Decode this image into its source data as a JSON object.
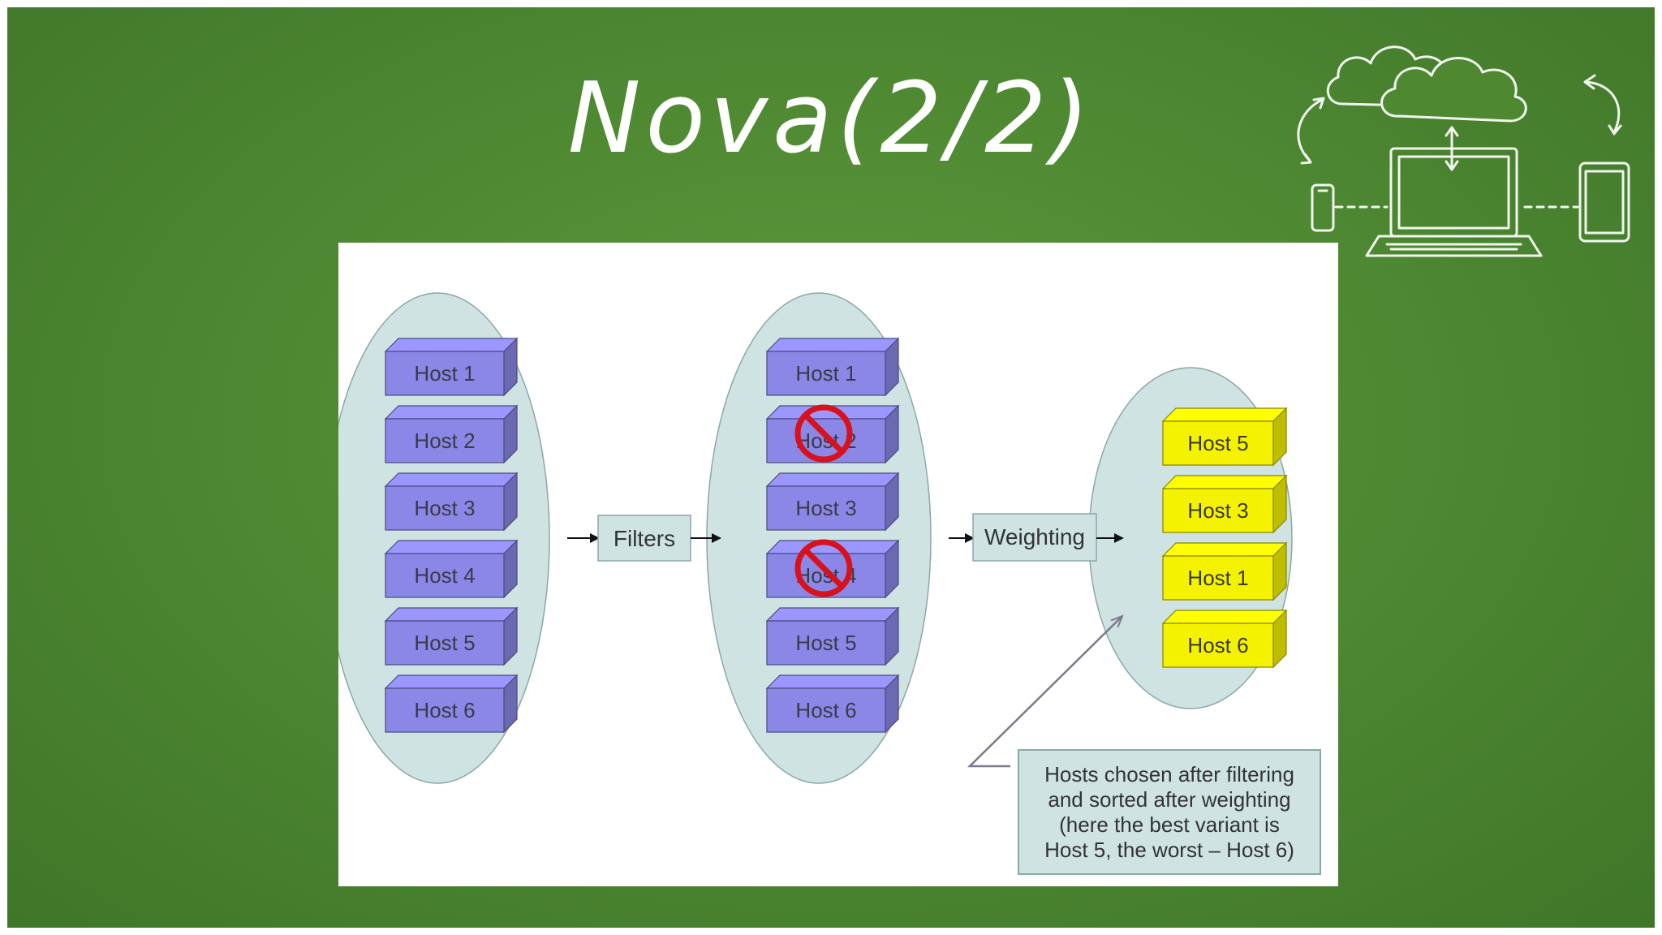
{
  "slide": {
    "title": "Nova(2/2)"
  },
  "diagram": {
    "initial_hosts": [
      "Host 1",
      "Host 2",
      "Host 3",
      "Host 4",
      "Host 5",
      "Host 6"
    ],
    "filter_step_label": "Filters",
    "filtered_hosts": [
      {
        "label": "Host 1",
        "excluded": false
      },
      {
        "label": "Host 2",
        "excluded": true
      },
      {
        "label": "Host 3",
        "excluded": false
      },
      {
        "label": "Host 4",
        "excluded": true
      },
      {
        "label": "Host 5",
        "excluded": false
      },
      {
        "label": "Host 6",
        "excluded": false
      }
    ],
    "weighting_step_label": "Weighting",
    "weighted_hosts": [
      "Host 5",
      "Host 3",
      "Host 1",
      "Host 6"
    ],
    "note_lines": [
      "Hosts chosen after filtering",
      "and sorted after weighting",
      "(here the best variant is",
      "Host 5, the worst – Host 6)"
    ]
  },
  "colors": {
    "board": "#4f8a33",
    "ellipse_fill": "#cfe3e3",
    "host_purple": "#8b87e6",
    "host_yellow": "#f5f200",
    "no_sign_red": "#d8121d"
  },
  "icons": [
    "cloud-icon",
    "laptop-icon",
    "phone-icon",
    "tablet-icon",
    "no-entry-icon"
  ]
}
